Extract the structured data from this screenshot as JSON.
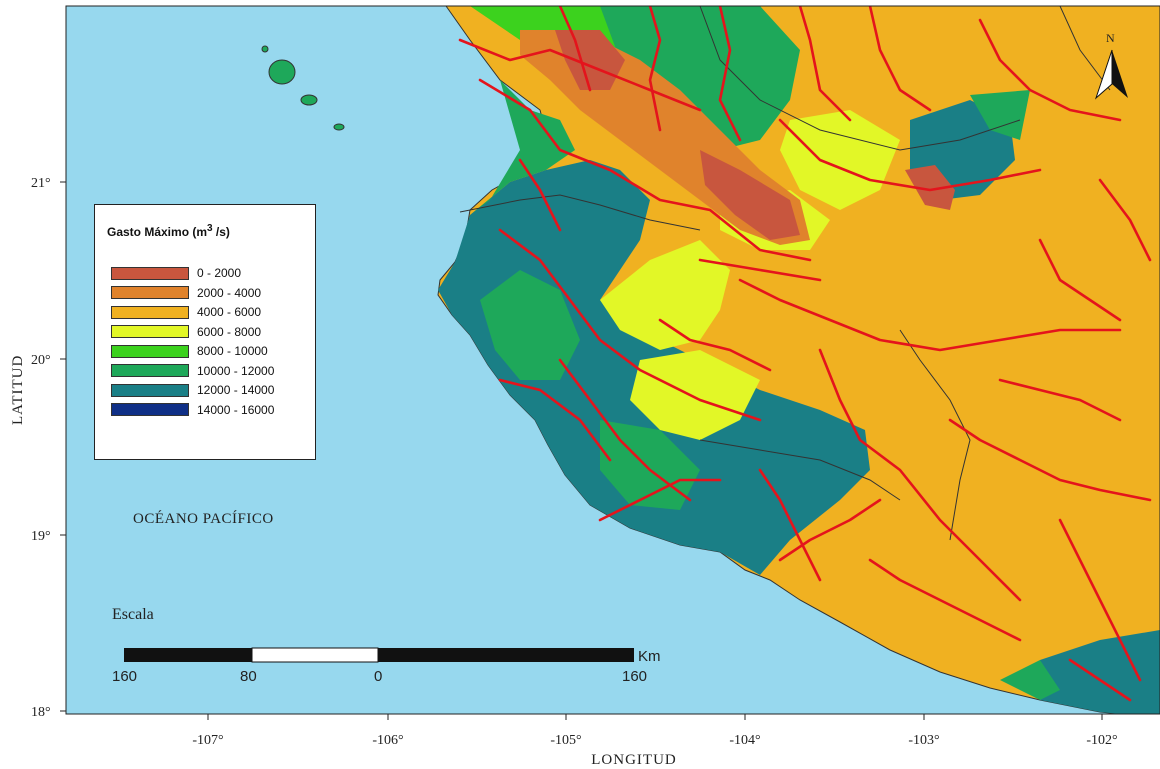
{
  "map": {
    "ocean_label": "OCÉANO PACÍFICO",
    "north_label": "N",
    "colors": {
      "ocean": "#97d8ee",
      "rivers": "#e4141c",
      "borders": "#333333"
    }
  },
  "axes": {
    "x_title": "LONGITUD",
    "y_title": "LATITUD",
    "x_ticks": [
      "-107°",
      "-106°",
      "-105°",
      "-104°",
      "-103°",
      "-102°"
    ],
    "y_ticks": [
      "21°",
      "20°",
      "19°",
      "18°"
    ]
  },
  "legend": {
    "title": "Gasto Máximo (m",
    "title_sup": "3",
    "title_end": " /s)",
    "items": [
      {
        "label": "0 - 2000",
        "color": "#c8563e"
      },
      {
        "label": "2000 - 4000",
        "color": "#e0832c"
      },
      {
        "label": "4000 - 6000",
        "color": "#f0b121"
      },
      {
        "label": "6000 - 8000",
        "color": "#e2f727"
      },
      {
        "label": "8000 - 10000",
        "color": "#3cd21e"
      },
      {
        "label": "10000 - 12000",
        "color": "#1ea85a"
      },
      {
        "label": "12000 - 14000",
        "color": "#1a7f86"
      },
      {
        "label": "14000 - 16000",
        "color": "#0f2f86"
      }
    ]
  },
  "scale": {
    "title": "Escala",
    "labels": [
      "160",
      "80",
      "0",
      "160"
    ],
    "unit": "Km"
  }
}
